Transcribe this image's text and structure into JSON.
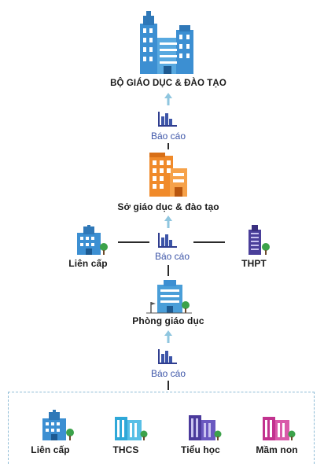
{
  "ministry": {
    "label": "BỘ GIÁO DỤC & ĐÀO TẠO"
  },
  "report_label_1": "Báo cáo",
  "department": {
    "label": "Sở giáo dục & đào tạo"
  },
  "report_label_2": "Báo cáo",
  "side_left": {
    "label": "Liên cấp"
  },
  "side_right": {
    "label": "THPT"
  },
  "district": {
    "label": "Phòng giáo dục"
  },
  "report_label_3": "Báo cáo",
  "schools": [
    {
      "label": "Liên cấp"
    },
    {
      "label": "THCS"
    },
    {
      "label": "Tiểu học"
    },
    {
      "label": "Mầm non"
    }
  ],
  "colors": {
    "arrow": "#8fc6df",
    "report_text": "#3d55a8",
    "ministry_building": "#3c8fd2",
    "department_building": "#f08a2a",
    "thpt_building": "#4a3f9a",
    "thcs_building": "#2fa8d8",
    "tieuhoc_building": "#4b3a9c",
    "mamnon_building": "#c2338f",
    "tree": "#3ca24a"
  }
}
